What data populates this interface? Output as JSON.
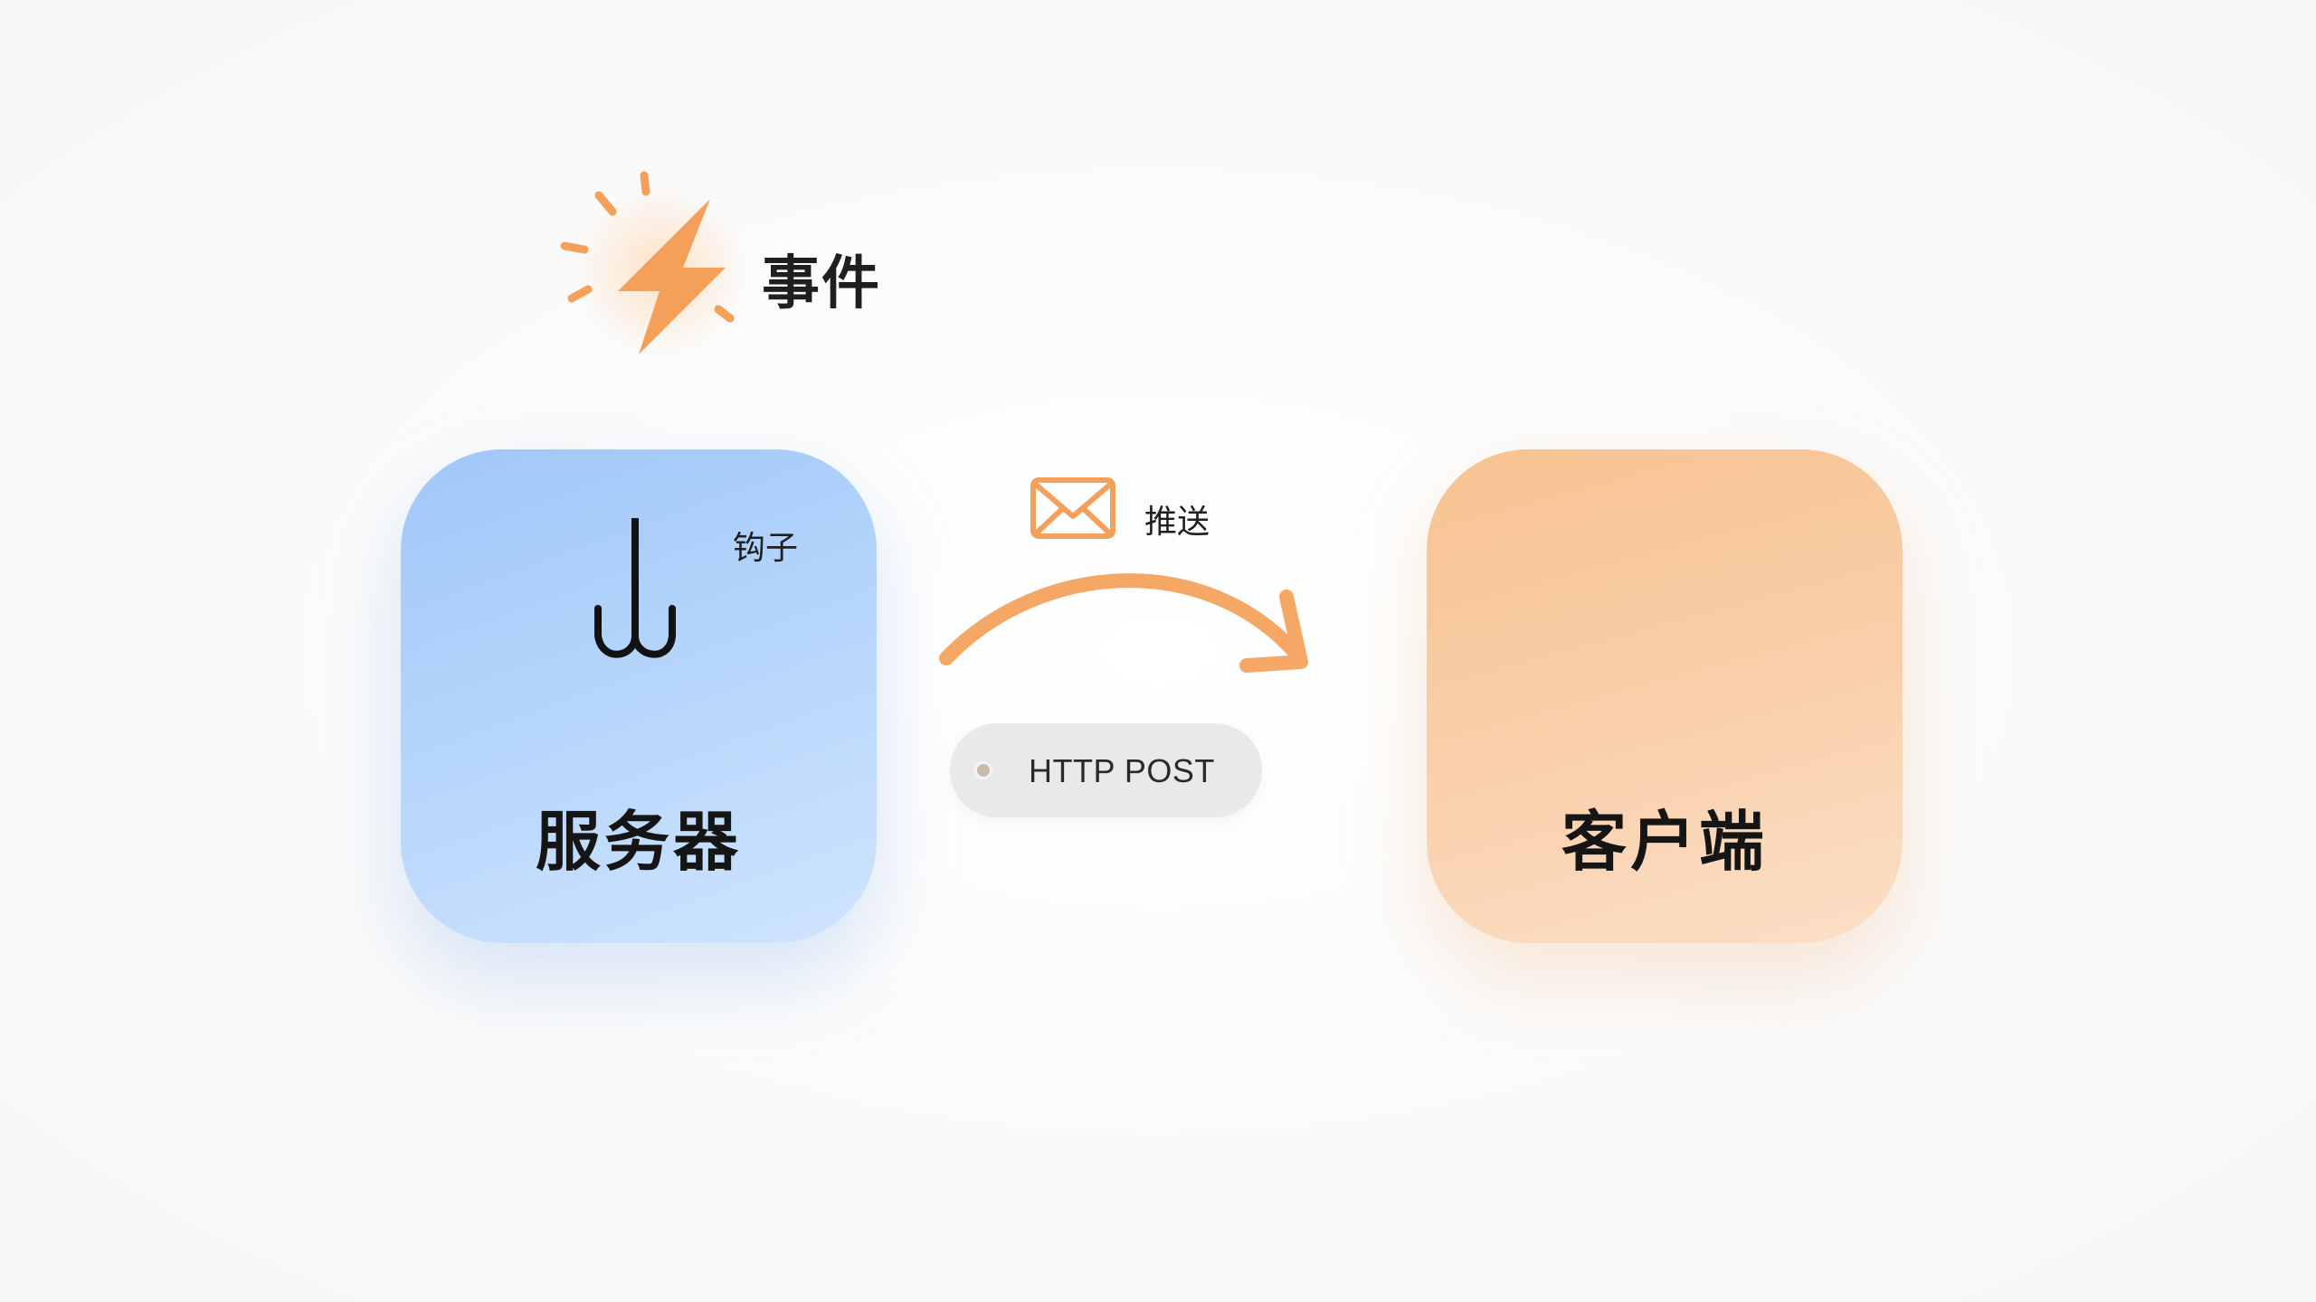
{
  "event": {
    "label": "事件",
    "icon": "lightning-bolt-icon",
    "color": "#f5a05a"
  },
  "server": {
    "label": "服务器",
    "hook_label": "钩子",
    "hook_icon": "hook-icon",
    "color": "#a9cdf9"
  },
  "transfer": {
    "push_label": "推送",
    "envelope_icon": "envelope-icon",
    "method_label": "HTTP POST",
    "arrow_color": "#f5a865"
  },
  "client": {
    "label": "客户端",
    "color": "#f8c99e"
  }
}
